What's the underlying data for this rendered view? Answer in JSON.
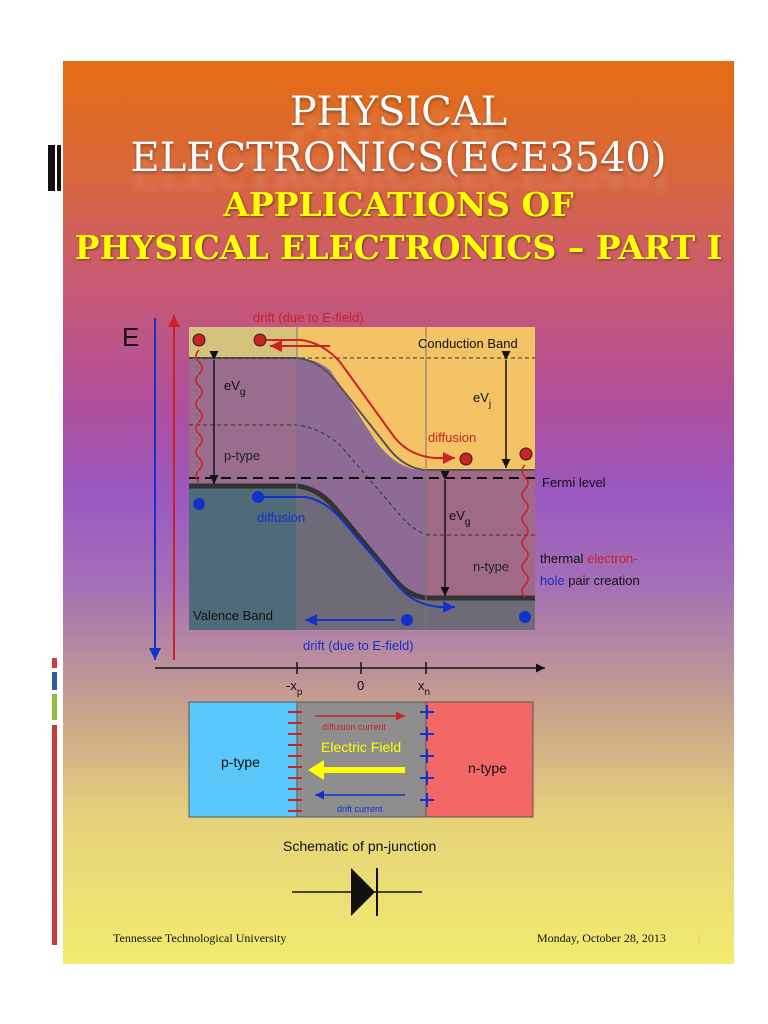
{
  "slide": {
    "title": "PHYSICAL ELECTRONICS(ECE3540)",
    "subtitle_line1": "APPLICATIONS OF",
    "subtitle_line2": "PHYSICAL ELECTRONICS – PART I",
    "footer_left": "Tennessee Technological University",
    "footer_right": "Monday, October 28, 2013",
    "page_number": "1"
  },
  "band_diagram": {
    "energy_axis_label": "E",
    "drift_top": "drift (due to E-field)",
    "conduction_band": "Conduction Band",
    "eVg_left": "eV",
    "eVg_left_sub": "g",
    "eVj": "eV",
    "eVj_sub": "j",
    "p_type": "p-type",
    "diffusion_electron": "diffusion",
    "fermi_level": "Fermi level",
    "diffusion_hole": "diffusion",
    "eVg_right": "eV",
    "eVg_right_sub": "g",
    "n_type": "n-type",
    "thermal_1": "thermal ",
    "thermal_electron": "electron-",
    "thermal_hole": "hole",
    "thermal_2": " pair creation",
    "valence_band": "Valence Band",
    "drift_bottom": "drift (due to E-field)",
    "tick_xp": "-x",
    "tick_xp_sub": "p",
    "tick_0": "0",
    "tick_xn": "x",
    "tick_xn_sub": "n"
  },
  "junction": {
    "p_type": "p-type",
    "n_type": "n-type",
    "diffusion_current": "diffusion current",
    "electric_field": "Electric Field",
    "drift_current": "drift current",
    "caption": "Schematic of pn-junction"
  },
  "colors": {
    "electron": "#cc2222",
    "hole": "#1133cc",
    "field_arrow": "#ffff00",
    "p_region": "#5ac8fa",
    "n_region": "#f46767"
  }
}
